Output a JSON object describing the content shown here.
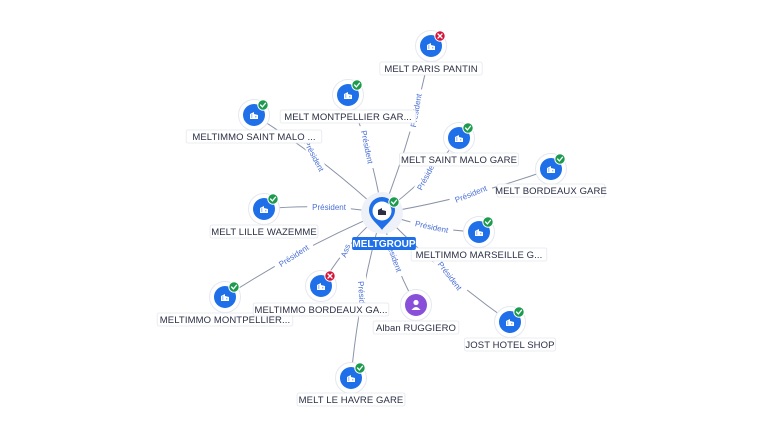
{
  "center": {
    "label": "MELTGROUP",
    "color": "#1f6fe8"
  },
  "nodes": [
    {
      "id": "paris-pantin",
      "label": "MELT PARIS PANTIN",
      "status": "inactive",
      "icon": "building-icon"
    },
    {
      "id": "montpellier-gare",
      "label": "MELT MONTPELLIER GAR...",
      "status": "active",
      "icon": "building-icon"
    },
    {
      "id": "meltimmo-saint-malo",
      "label": "MELTIMMO SAINT MALO ...",
      "status": "active",
      "icon": "building-icon"
    },
    {
      "id": "saint-malo-gare",
      "label": "MELT SAINT MALO GARE",
      "status": "active",
      "icon": "building-icon"
    },
    {
      "id": "bordeaux-gare",
      "label": "MELT BORDEAUX GARE",
      "status": "active",
      "icon": "building-icon"
    },
    {
      "id": "lille-wazemme",
      "label": "MELT LILLE WAZEMME",
      "status": "active",
      "icon": "building-icon"
    },
    {
      "id": "meltimmo-marseille",
      "label": "MELTIMMO MARSEILLE G...",
      "status": "active",
      "icon": "building-icon"
    },
    {
      "id": "meltimmo-montpellier",
      "label": "MELTIMMO MONTPELLIER...",
      "status": "active",
      "icon": "building-icon"
    },
    {
      "id": "meltimmo-bordeaux",
      "label": "MELTIMMO BORDEAUX GA...",
      "status": "inactive",
      "icon": "building-icon"
    },
    {
      "id": "alban-ruggiero",
      "label": "Alban RUGGIERO",
      "status": "none",
      "icon": "person-icon"
    },
    {
      "id": "jost-hotel-shop",
      "label": "JOST HOTEL SHOP",
      "status": "active",
      "icon": "building-icon"
    },
    {
      "id": "le-havre-gare",
      "label": "MELT LE HAVRE GARE",
      "status": "active",
      "icon": "building-icon"
    }
  ],
  "edges": [
    {
      "to": "paris-pantin",
      "label": "Président"
    },
    {
      "to": "montpellier-gare",
      "label": "Président"
    },
    {
      "to": "meltimmo-saint-malo",
      "label": "Président"
    },
    {
      "to": "saint-malo-gare",
      "label": "Président"
    },
    {
      "to": "bordeaux-gare",
      "label": "Président"
    },
    {
      "to": "lille-wazemme",
      "label": "Président"
    },
    {
      "to": "meltimmo-marseille",
      "label": "Président"
    },
    {
      "to": "meltimmo-montpellier",
      "label": "Président"
    },
    {
      "to": "meltimmo-bordeaux",
      "label": "Ass"
    },
    {
      "to": "alban-ruggiero",
      "label": "Président"
    },
    {
      "to": "jost-hotel-shop",
      "label": "Président"
    },
    {
      "to": "le-havre-gare",
      "label": "Président"
    }
  ],
  "colors": {
    "node_blue": "#1f6fe8",
    "active_badge": "#1c9a4e",
    "inactive_badge": "#d2143a",
    "person_purple": "#8a4fd8",
    "edge_label": "#4a6fd6"
  }
}
